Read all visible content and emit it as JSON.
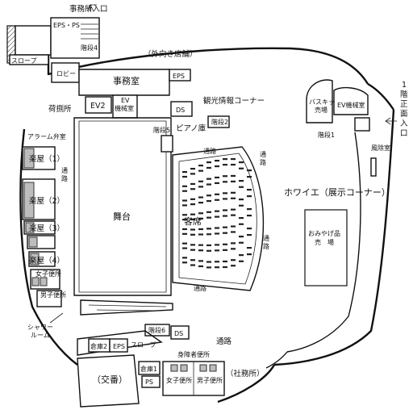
{
  "labels": {
    "office_entrance": "事務所入口",
    "eps_ps": "EPS・PS",
    "stairs_4": "階段4",
    "slope_top": "スロープ",
    "lobby": "ロビー",
    "outward_shop": "（外向き店舗）",
    "eps_top": "EPS",
    "office": "事務室",
    "loading": "荷捌所",
    "ev2": "EV2",
    "ev_machine_1": "EV\n機械室",
    "ds_top": "DS",
    "tourism": "観光情報コーナー",
    "bus_ticket": "バスキップ\n売場",
    "ev_machine_2": "EV機械室",
    "main_entrance": "1\n階\n正\n面\n入\n口",
    "alarm_valve": "アラーム弁室",
    "stairs_5": "階段5",
    "piano": "ピアノ庫",
    "stairs_2": "階段2",
    "stairs_1": "階段1",
    "windbreak": "風除室",
    "green_room_1": "楽屋（1）",
    "green_room_2": "楽屋（2）",
    "green_room_3": "楽屋（3）",
    "green_room_4": "楽屋（4）",
    "passage_left": "通路",
    "passage_top": "通路",
    "passage_right": "通路",
    "passage_right2": "通路",
    "passage_mid": "通路",
    "passage_bottom": "通路",
    "stage": "舞台",
    "audience": "客席",
    "foyer": "ホワイエ（展示コーナー）",
    "souvenir": "おみやげ品\n売　場",
    "women_wc_left": "女子便所",
    "men_wc_left": "男子便所",
    "shower": "シャワー\nルーム",
    "stairs_6": "階段6",
    "ds_bottom": "DS",
    "storage_2": "倉庫2",
    "eps_bottom": "EPS",
    "slope_bottom": "スロープ",
    "disabled_wc": "身障者便所",
    "koban": "（交番）",
    "storage_1": "倉庫1",
    "ps": "PS",
    "women_wc": "女子便所",
    "men_wc": "男子便所",
    "social_office": "（社務所）"
  }
}
